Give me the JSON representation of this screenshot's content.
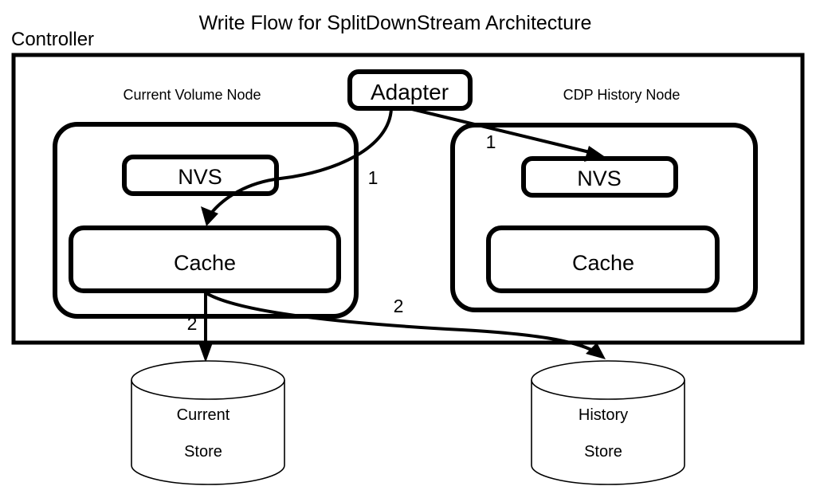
{
  "diagram": {
    "title": "Write Flow for SplitDownStream Architecture",
    "frame": {
      "label": "Controller"
    },
    "nodes": [
      {
        "id": "current-volume-node",
        "label": "Current Volume Node",
        "components": [
          {
            "id": "nvs",
            "label": "NVS"
          },
          {
            "id": "cache",
            "label": "Cache"
          }
        ]
      },
      {
        "id": "cdp-history-node",
        "label": "CDP History Node",
        "components": [
          {
            "id": "nvs",
            "label": "NVS"
          },
          {
            "id": "cache",
            "label": "Cache"
          }
        ]
      }
    ],
    "adapter": {
      "label": "Adapter"
    },
    "stores": [
      {
        "id": "current-store",
        "line1": "Current",
        "line2": "Store"
      },
      {
        "id": "history-store",
        "line1": "History",
        "line2": "Store"
      }
    ],
    "flows": [
      {
        "id": "adapter-to-current-cache",
        "step": "1",
        "from": "Adapter",
        "to": "Current Volume Node Cache"
      },
      {
        "id": "adapter-to-history-nvs",
        "step": "1",
        "from": "Adapter",
        "to": "CDP History Node NVS"
      },
      {
        "id": "current-cache-to-current-store",
        "step": "2",
        "from": "Current Volume Node Cache",
        "to": "Current Store"
      },
      {
        "id": "current-cache-to-history-store",
        "step": "2",
        "from": "Current Volume Node Cache",
        "to": "History Store"
      }
    ],
    "colors": {
      "stroke": "#000000",
      "background": "#ffffff",
      "text": "#000000"
    }
  }
}
